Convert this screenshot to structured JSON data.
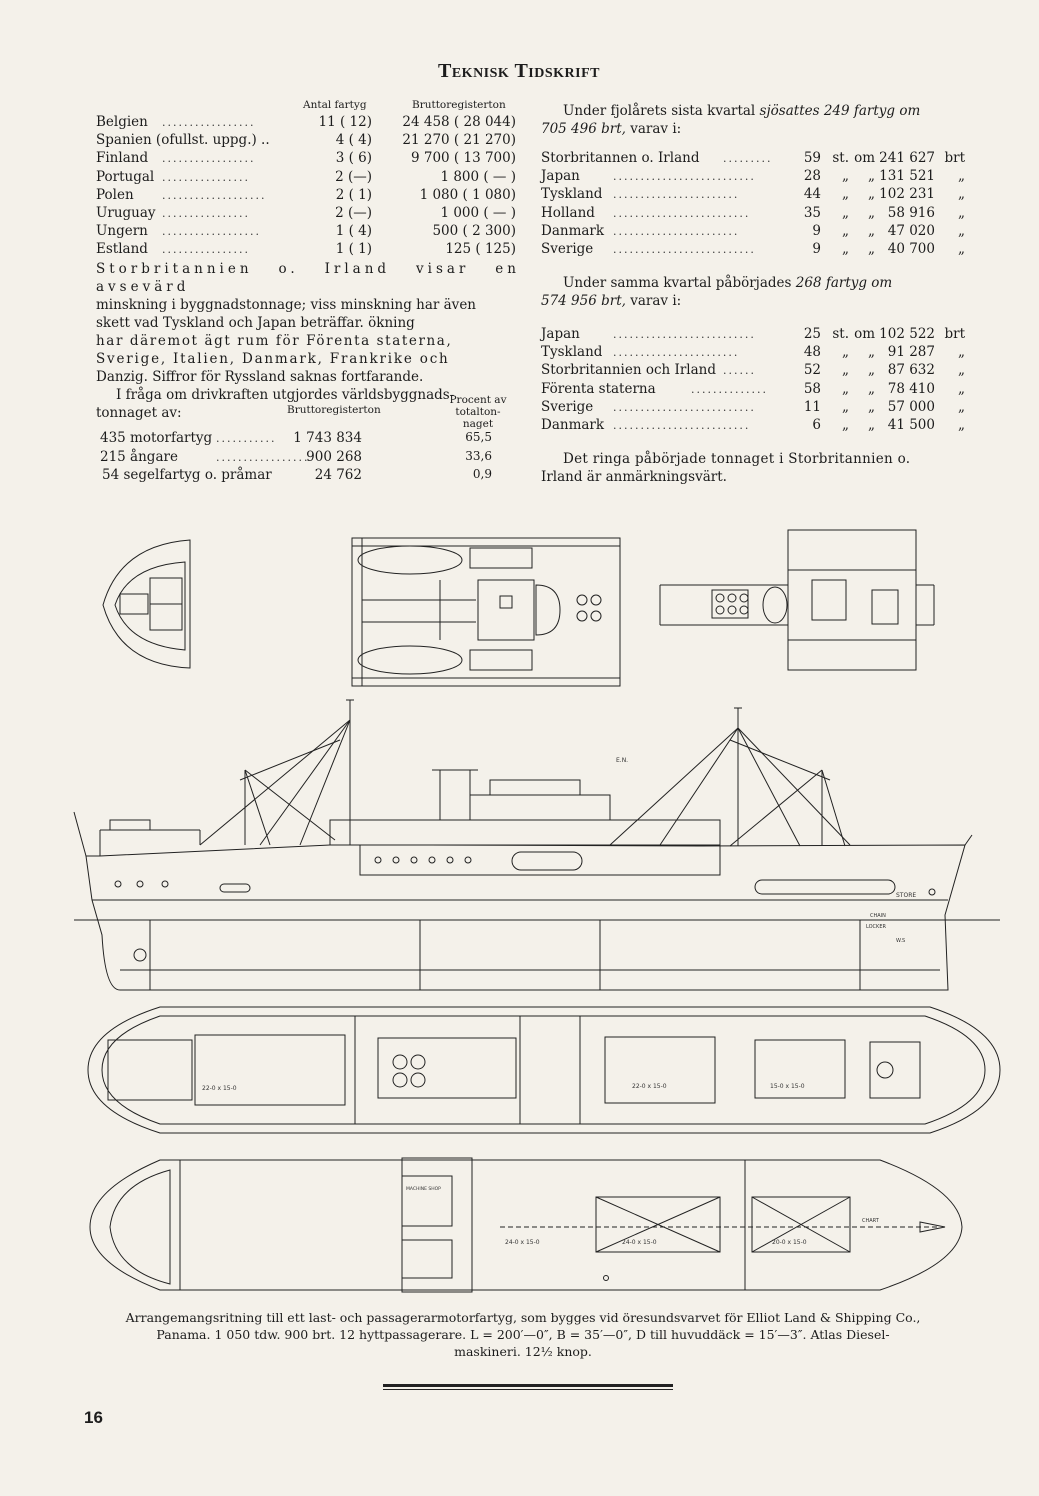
{
  "header": {
    "journal_title": "Teknisk Tidskrift"
  },
  "table1": {
    "col_antal": "Antal fartyg",
    "col_brt": "Bruttoregisterton",
    "rows": [
      {
        "country": "Belgien",
        "dots": ".................",
        "antal": "11 ( 12)",
        "brt": "24 458 ( 28 044)"
      },
      {
        "country": "Spanien (ofullst. uppg.) ..",
        "dots": "",
        "antal": "4 ( 4)",
        "brt": "21 270 ( 21 270)"
      },
      {
        "country": "Finland",
        "dots": ".................",
        "antal": "3 ( 6)",
        "brt": "9 700 ( 13 700)"
      },
      {
        "country": "Portugal",
        "dots": "................",
        "antal": "2 (—)",
        "brt": "1 800 ( — )"
      },
      {
        "country": "Polen",
        "dots": "...................",
        "antal": "2 ( 1)",
        "brt": "1 080 ( 1 080)"
      },
      {
        "country": "Uruguay",
        "dots": "................",
        "antal": "2 (—)",
        "brt": "1 000 ( — )"
      },
      {
        "country": "Ungern",
        "dots": "..................",
        "antal": "1 ( 4)",
        "brt": "500 ( 2 300)"
      },
      {
        "country": "Estland",
        "dots": "................",
        "antal": "1 ( 1)",
        "brt": "125 ( 125)"
      }
    ]
  },
  "para1": {
    "line1": "Storbritannien o. Irland visar en avsevärd",
    "line2": "minskning i byggnadstonnage; viss minskning har även",
    "line3": "skett vad Tyskland och Japan beträffar. ökning",
    "line4": "har däremot ägt rum för Förenta staterna,",
    "line5": "Sverige, Italien, Danmark, Frankrike och",
    "line6": "Danzig. Siffror för Ryssland saknas fortfarande.",
    "line7": "I fråga om drivkraften utgjordes världsbyggnads-",
    "line8": "tonnaget av:"
  },
  "table2": {
    "col_brt": "Bruttoregisterton",
    "col_pct1": "Procent av",
    "col_pct2": "totalton-",
    "col_pct3": "naget",
    "rows": [
      {
        "label": "435 motorfartyg",
        "dots": "...........",
        "brt": "1 743 834",
        "pct": "65,5"
      },
      {
        "label": "215 ångare",
        "dots": "..................",
        "brt": "900 268",
        "pct": "33,6"
      },
      {
        "label": "54 segelfartyg o. pråmar",
        "dots": "",
        "brt": "24 762",
        "pct": "0,9"
      }
    ]
  },
  "right1": {
    "intro_a": "Under fjolårets sista kvartal",
    "intro_b": "sjösattes 249 fartyg om",
    "intro_c": "705 496 brt,",
    "intro_d": "varav i:",
    "rows": [
      {
        "country": "Storbritannen o. Irland",
        "dots": ".........",
        "n": "59",
        "unit": "st.",
        "om": "om",
        "brt": "241 627",
        "suffix": "brt"
      },
      {
        "country": "Japan",
        "dots": "..........................",
        "n": "28",
        "unit": "„",
        "om": "„",
        "brt": "131 521",
        "suffix": "„"
      },
      {
        "country": "Tyskland",
        "dots": ".......................",
        "n": "44",
        "unit": "„",
        "om": "„",
        "brt": "102 231",
        "suffix": "„"
      },
      {
        "country": "Holland",
        "dots": ".........................",
        "n": "35",
        "unit": "„",
        "om": "„",
        "brt": "58 916",
        "suffix": "„"
      },
      {
        "country": "Danmark",
        "dots": ".......................",
        "n": "9",
        "unit": "„",
        "om": "„",
        "brt": "47 020",
        "suffix": "„"
      },
      {
        "country": "Sverige",
        "dots": "..........................",
        "n": "9",
        "unit": "„",
        "om": "„",
        "brt": "40 700",
        "suffix": "„"
      }
    ]
  },
  "right2": {
    "intro_a": "Under samma kvartal påbörjades",
    "intro_b": "268 fartyg om",
    "intro_c": "574 956 brt,",
    "intro_d": "varav i:",
    "rows": [
      {
        "country": "Japan",
        "dots": "..........................",
        "n": "25",
        "unit": "st.",
        "om": "om",
        "brt": "102 522",
        "suffix": "brt"
      },
      {
        "country": "Tyskland",
        "dots": ".......................",
        "n": "48",
        "unit": "„",
        "om": "„",
        "brt": "91 287",
        "suffix": "„"
      },
      {
        "country": "Storbritannien och Irland",
        "dots": "......",
        "n": "52",
        "unit": "„",
        "om": "„",
        "brt": "87 632",
        "suffix": "„"
      },
      {
        "country": "Förenta staterna",
        "dots": "..............",
        "n": "58",
        "unit": "„",
        "om": "„",
        "brt": "78 410",
        "suffix": "„"
      },
      {
        "country": "Sverige",
        "dots": "..........................",
        "n": "11",
        "unit": "„",
        "om": "„",
        "brt": "57 000",
        "suffix": "„"
      },
      {
        "country": "Danmark",
        "dots": ".........................",
        "n": "6",
        "unit": "„",
        "om": "„",
        "brt": "41 500",
        "suffix": "„"
      }
    ],
    "closing1": "Det ringa påbörjade tonnaget i Storbritannien o.",
    "closing2": "Irland är anmärkningsvärt."
  },
  "drawing": {
    "lbl_boat_deck": "E.N.",
    "lbl_stores": "STORE",
    "lbl_chain": "CHAIN",
    "lbl_locker": "LOCKER",
    "lbl_ws": "W.S",
    "lbl_hold1": "22-0 x 15-0",
    "lbl_hold2": "22-0 x 15-0",
    "lbl_hold3": "15-0 x 15-0",
    "lbl_hold4": "24-0 x 15-0",
    "lbl_hold5": "24-0 x 15-0",
    "lbl_hold6": "20-0 x 15-0",
    "lbl_machine_shop": "MACHINE SHOP",
    "lbl_chart": "CHART"
  },
  "caption": {
    "line1": "Arrangemangsritning till ett last- och passagerarmotorfartyg, som bygges vid öresundsvarvet för Elliot Land & Shipping Co.,",
    "line2": "Panama. 1 050 tdw. 900 brt. 12 hyttpassagerare. L = 200′—0″, B = 35′—0″, D till huvuddäck = 15′—3″. Atlas Diesel-",
    "line3": "maskineri. 12½ knop."
  },
  "footer": {
    "page_number": "16"
  }
}
